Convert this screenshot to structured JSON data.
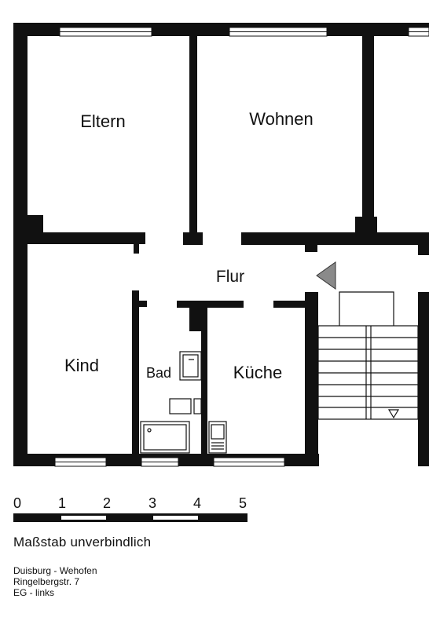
{
  "rooms": {
    "eltern": "Eltern",
    "wohnen": "Wohnen",
    "flur": "Flur",
    "kind": "Kind",
    "bad": "Bad",
    "kueche": "Küche"
  },
  "scale": {
    "ticks": [
      "0",
      "1",
      "2",
      "3",
      "4",
      "5"
    ],
    "note": "Maßstab unverbindlich"
  },
  "address": {
    "line1": "Duisburg - Wehofen",
    "line2": "Ringelbergstr. 7",
    "line3": "EG - links"
  },
  "colors": {
    "wall": "#111111",
    "stair_arrow": "#8a8a8a",
    "background": "#ffffff"
  }
}
